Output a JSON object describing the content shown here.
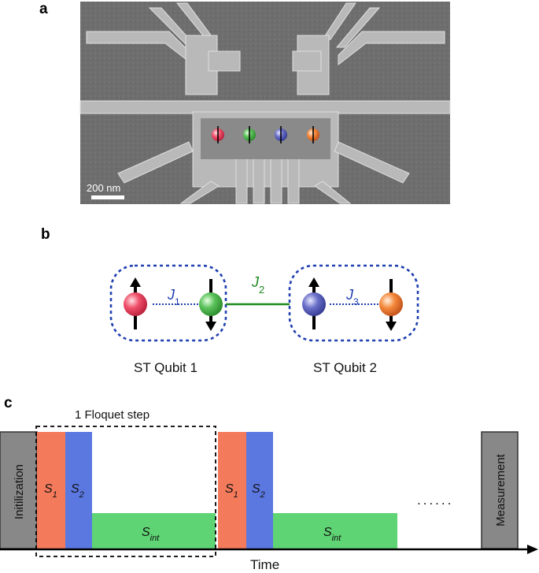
{
  "panels": {
    "a": {
      "label": "a",
      "scale_bar_label": "200 nm"
    },
    "b": {
      "label": "b",
      "couplings": {
        "j1": {
          "symbol": "J",
          "subscript": "1",
          "color": "#1f3fb0"
        },
        "j2": {
          "symbol": "J",
          "subscript": "2",
          "color": "#1e8a1e"
        },
        "j3": {
          "symbol": "J",
          "subscript": "3",
          "color": "#1f3fb0"
        }
      },
      "qubits": [
        {
          "label": "ST Qubit 1"
        },
        {
          "label": "ST Qubit 2"
        }
      ],
      "spins": [
        {
          "color": "#f0506a",
          "arrow": "up"
        },
        {
          "color": "#5bc25b",
          "arrow": "down"
        },
        {
          "color": "#6a6fc8",
          "arrow": "up"
        },
        {
          "color": "#f58a3c",
          "arrow": "down"
        }
      ]
    },
    "c": {
      "label": "c",
      "floquet_label": "1 Floquet step",
      "initialization_label": "Initilization",
      "measurement_label": "Measurement",
      "time_label": "Time",
      "ellipsis": "......",
      "pulses": {
        "s1": {
          "symbol": "S",
          "subscript": "1",
          "color": "#f47a5c"
        },
        "s2": {
          "symbol": "S",
          "subscript": "2",
          "color": "#5b78e0"
        },
        "sint": {
          "symbol": "S",
          "subscript": "int",
          "color": "#5fd474"
        }
      },
      "block_color": "#888888"
    }
  }
}
